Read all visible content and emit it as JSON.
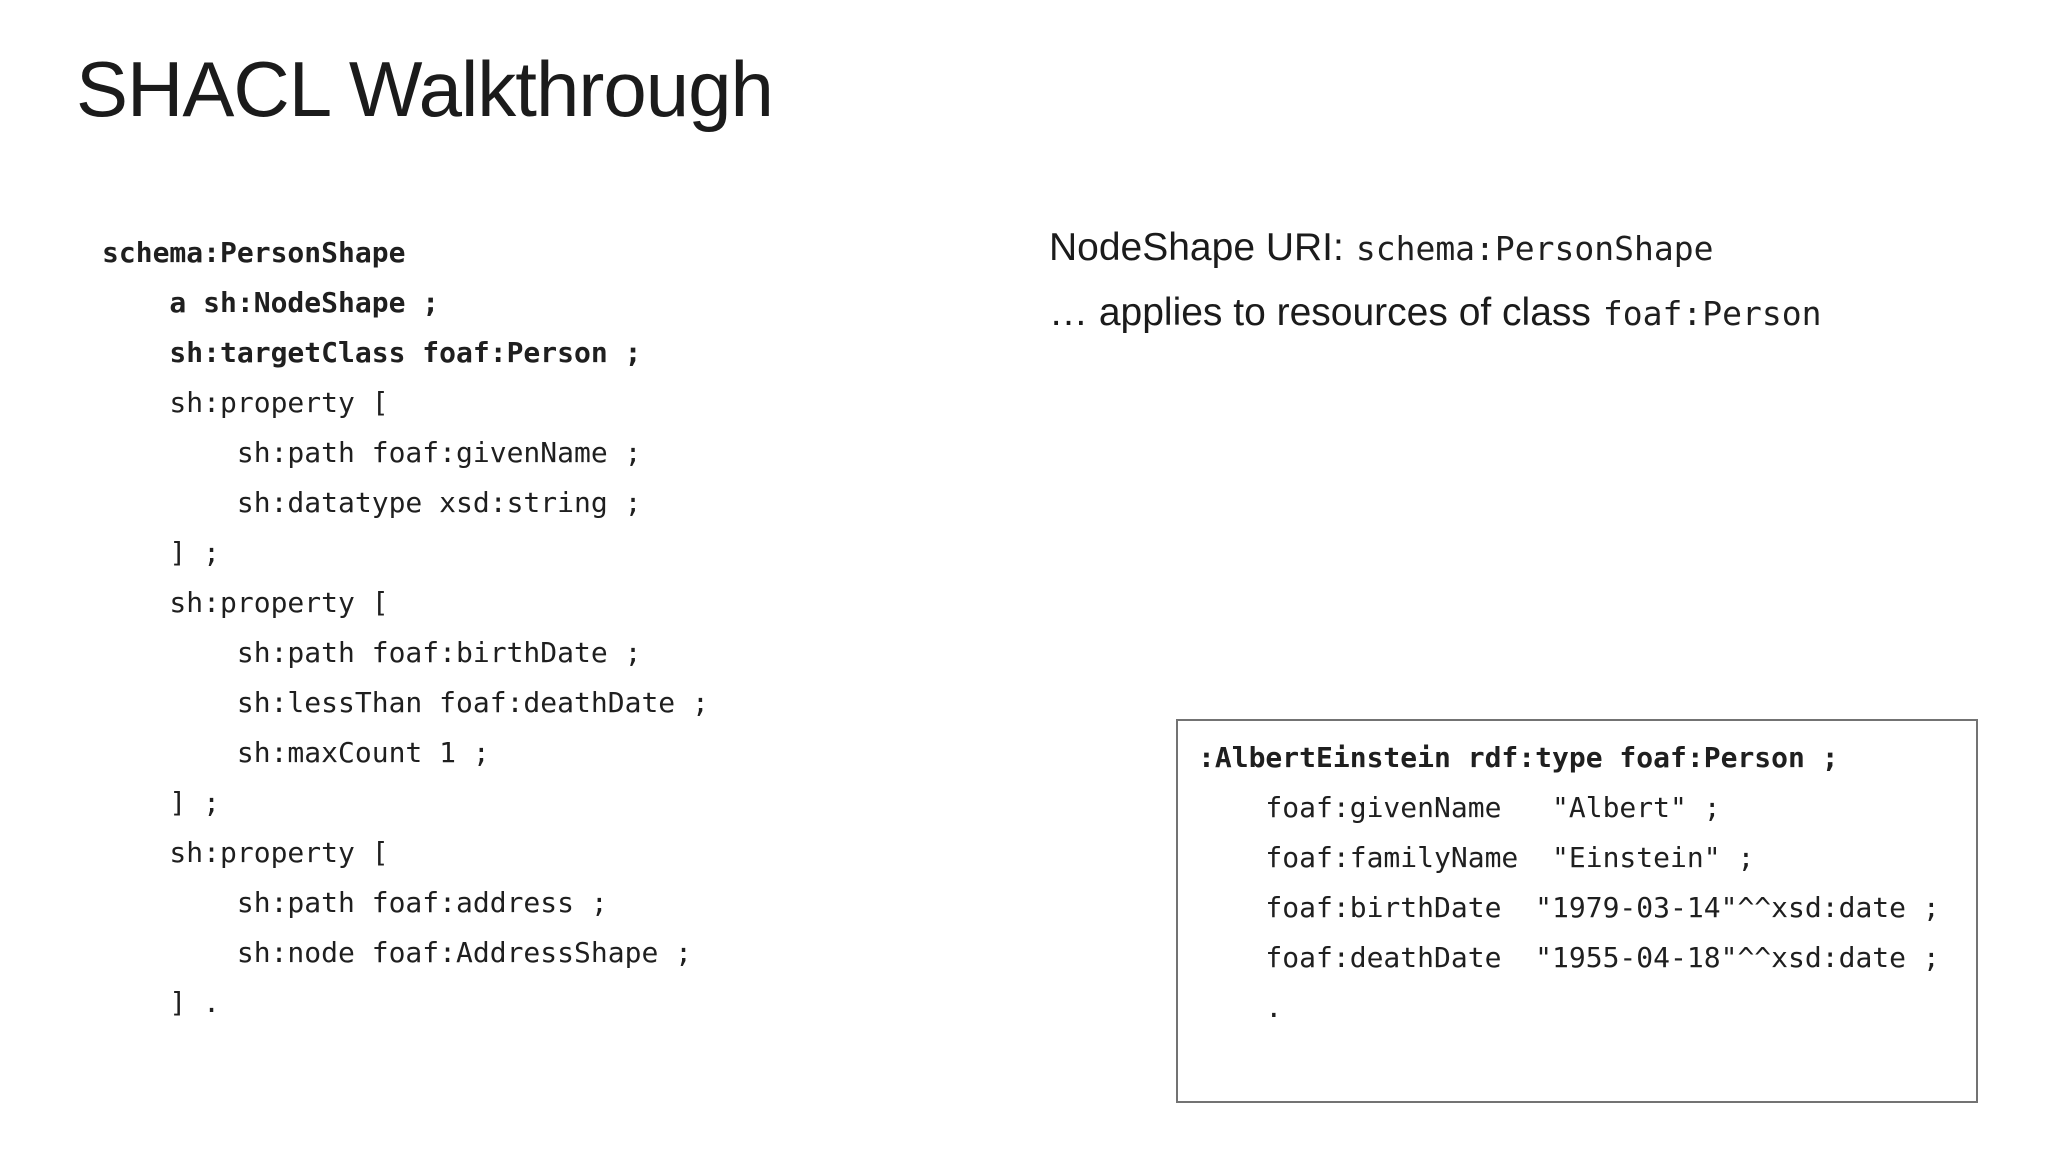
{
  "slide": {
    "title": "SHACL Walkthrough"
  },
  "shape_code": {
    "lines": [
      {
        "text": "schema:PersonShape",
        "bold": true
      },
      {
        "text": "    a sh:NodeShape ;",
        "bold": true
      },
      {
        "text": "    sh:targetClass foaf:Person ;",
        "bold": true
      },
      {
        "text": "    sh:property [",
        "bold": false
      },
      {
        "text": "        sh:path foaf:givenName ;",
        "bold": false
      },
      {
        "text": "        sh:datatype xsd:string ;",
        "bold": false
      },
      {
        "text": "    ] ;",
        "bold": false
      },
      {
        "text": "    sh:property [",
        "bold": false
      },
      {
        "text": "        sh:path foaf:birthDate ;",
        "bold": false
      },
      {
        "text": "        sh:lessThan foaf:deathDate ;",
        "bold": false
      },
      {
        "text": "        sh:maxCount 1 ;",
        "bold": false
      },
      {
        "text": "    ] ;",
        "bold": false
      },
      {
        "text": "    sh:property [",
        "bold": false
      },
      {
        "text": "        sh:path foaf:address ;",
        "bold": false
      },
      {
        "text": "        sh:node foaf:AddressShape ;",
        "bold": false
      },
      {
        "text": "    ] .",
        "bold": false
      }
    ]
  },
  "annotations": {
    "nodeshape_label": "NodeShape URI:",
    "nodeshape_uri": "schema:PersonShape",
    "applies_prefix": "… applies to resources of class",
    "applies_class": "foaf:Person"
  },
  "instance_box": {
    "lines": [
      {
        "text": ":AlbertEinstein rdf:type foaf:Person ;",
        "bold": true
      },
      {
        "text": "    foaf:givenName   \"Albert\" ;",
        "bold": false
      },
      {
        "text": "    foaf:familyName  \"Einstein\" ;",
        "bold": false
      },
      {
        "text": "    foaf:birthDate  \"1979-03-14\"^^xsd:date ;",
        "bold": false
      },
      {
        "text": "    foaf:deathDate  \"1955-04-18\"^^xsd:date ;",
        "bold": false
      },
      {
        "text": "    .",
        "bold": false
      }
    ]
  },
  "colors": {
    "text": "#1c1c1c",
    "box_border": "#737373",
    "background": "#ffffff"
  }
}
